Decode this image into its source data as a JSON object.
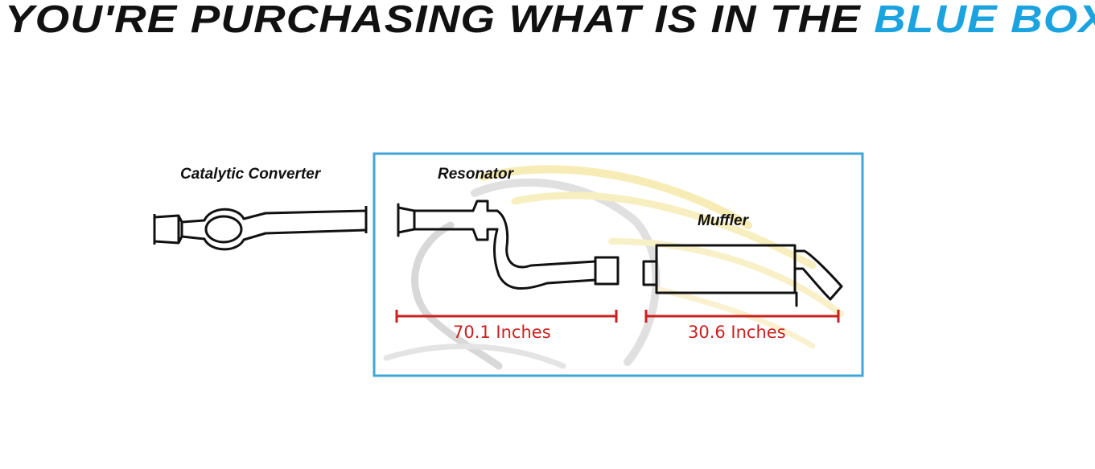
{
  "header": {
    "text_main": "YOU'RE PURCHASING WHAT IS IN THE ",
    "text_accent": "BLUE BOX"
  },
  "colors": {
    "accent": "#1aa3df",
    "box_border": "#3fa6d6",
    "measure": "#c8211f",
    "line": "#111111"
  },
  "diagram": {
    "catalytic_converter_label": "Catalytic Converter",
    "resonator_label": "Resonator",
    "muffler_label": "Muffler",
    "resonator_length": "70.1 Inches",
    "muffler_length": "30.6 Inches"
  },
  "icons": {
    "watermark": "horse-head-watermark-icon"
  }
}
